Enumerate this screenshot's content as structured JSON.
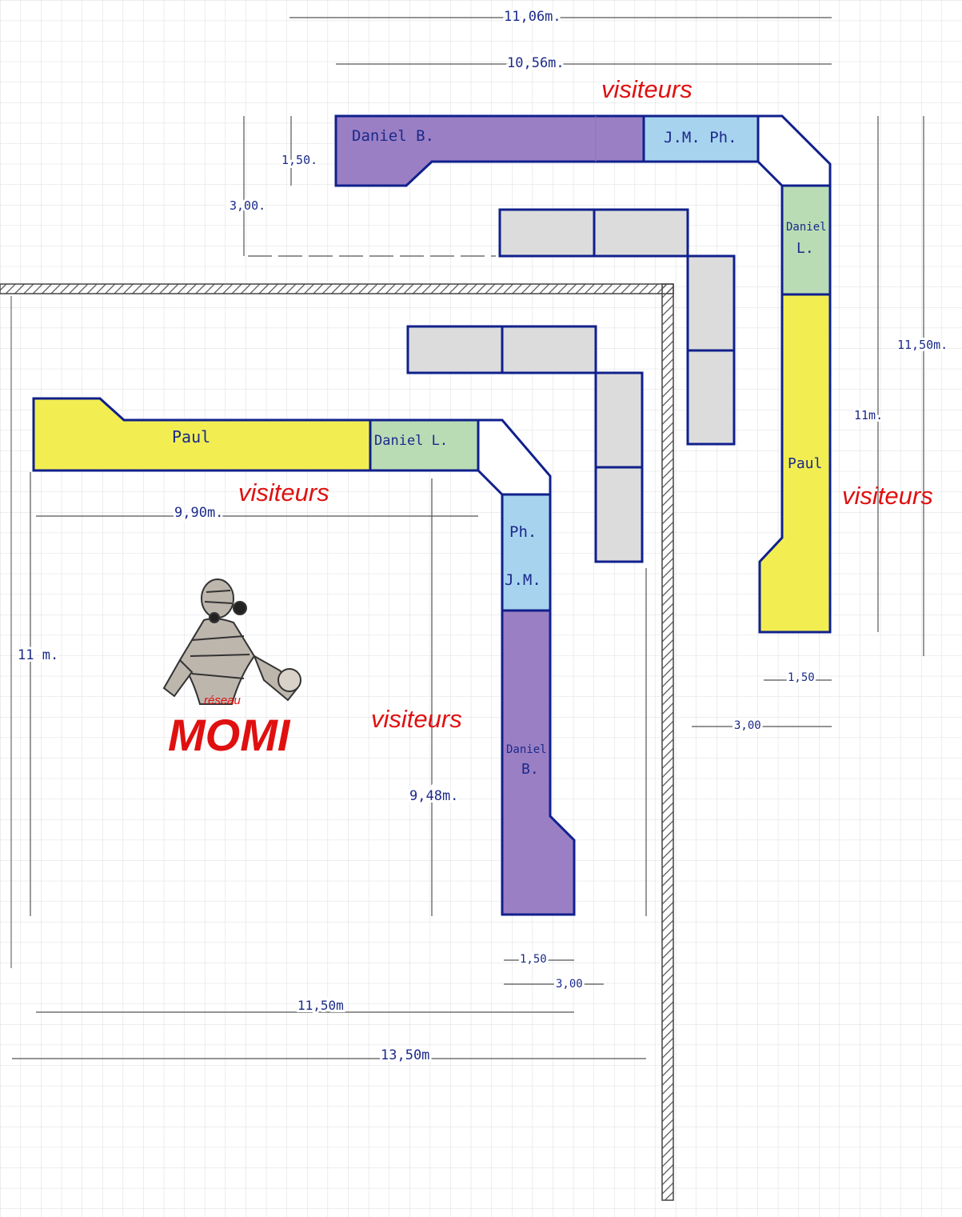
{
  "colors": {
    "violet": "#9b7fc4",
    "blue": "#a7d3ef",
    "green": "#b9dcb4",
    "yellow": "#f2ee52",
    "grey": "#dcdcdc",
    "outline": "#10208c",
    "red_text": "#e01010"
  },
  "modules": {
    "top_daniel_b": "Daniel B.",
    "top_jm_ph": "J.M. Ph.",
    "right_daniel": "Daniel",
    "right_l": "L.",
    "right_paul": "Paul",
    "left_paul": "Paul",
    "left_daniel_l": "Daniel L.",
    "left_ph": "Ph.",
    "left_jm": "J.M.",
    "left_daniel": "Daniel",
    "left_b": "B."
  },
  "visitors": {
    "top": "visiteurs",
    "right": "visiteurs",
    "middle": "visiteurs",
    "bottom": "visiteurs"
  },
  "dimensions": {
    "top_1": "11,06m.",
    "top_2": "10,56m.",
    "top_depth": "1,50.",
    "top_offset": "3,00.",
    "right_total": "11,50m.",
    "right_inner": "11m.",
    "right_depth": "1,50",
    "right_offset": "3,00",
    "left_width": "9,90m.",
    "left_height": "11 m.",
    "left_vertical": "9,48m.",
    "left_depth": "1,50",
    "left_offset": "3,00",
    "bottom_1": "11,50m",
    "bottom_2": "13,50m"
  },
  "logo": {
    "small": "réseau",
    "big": "MOMI"
  }
}
